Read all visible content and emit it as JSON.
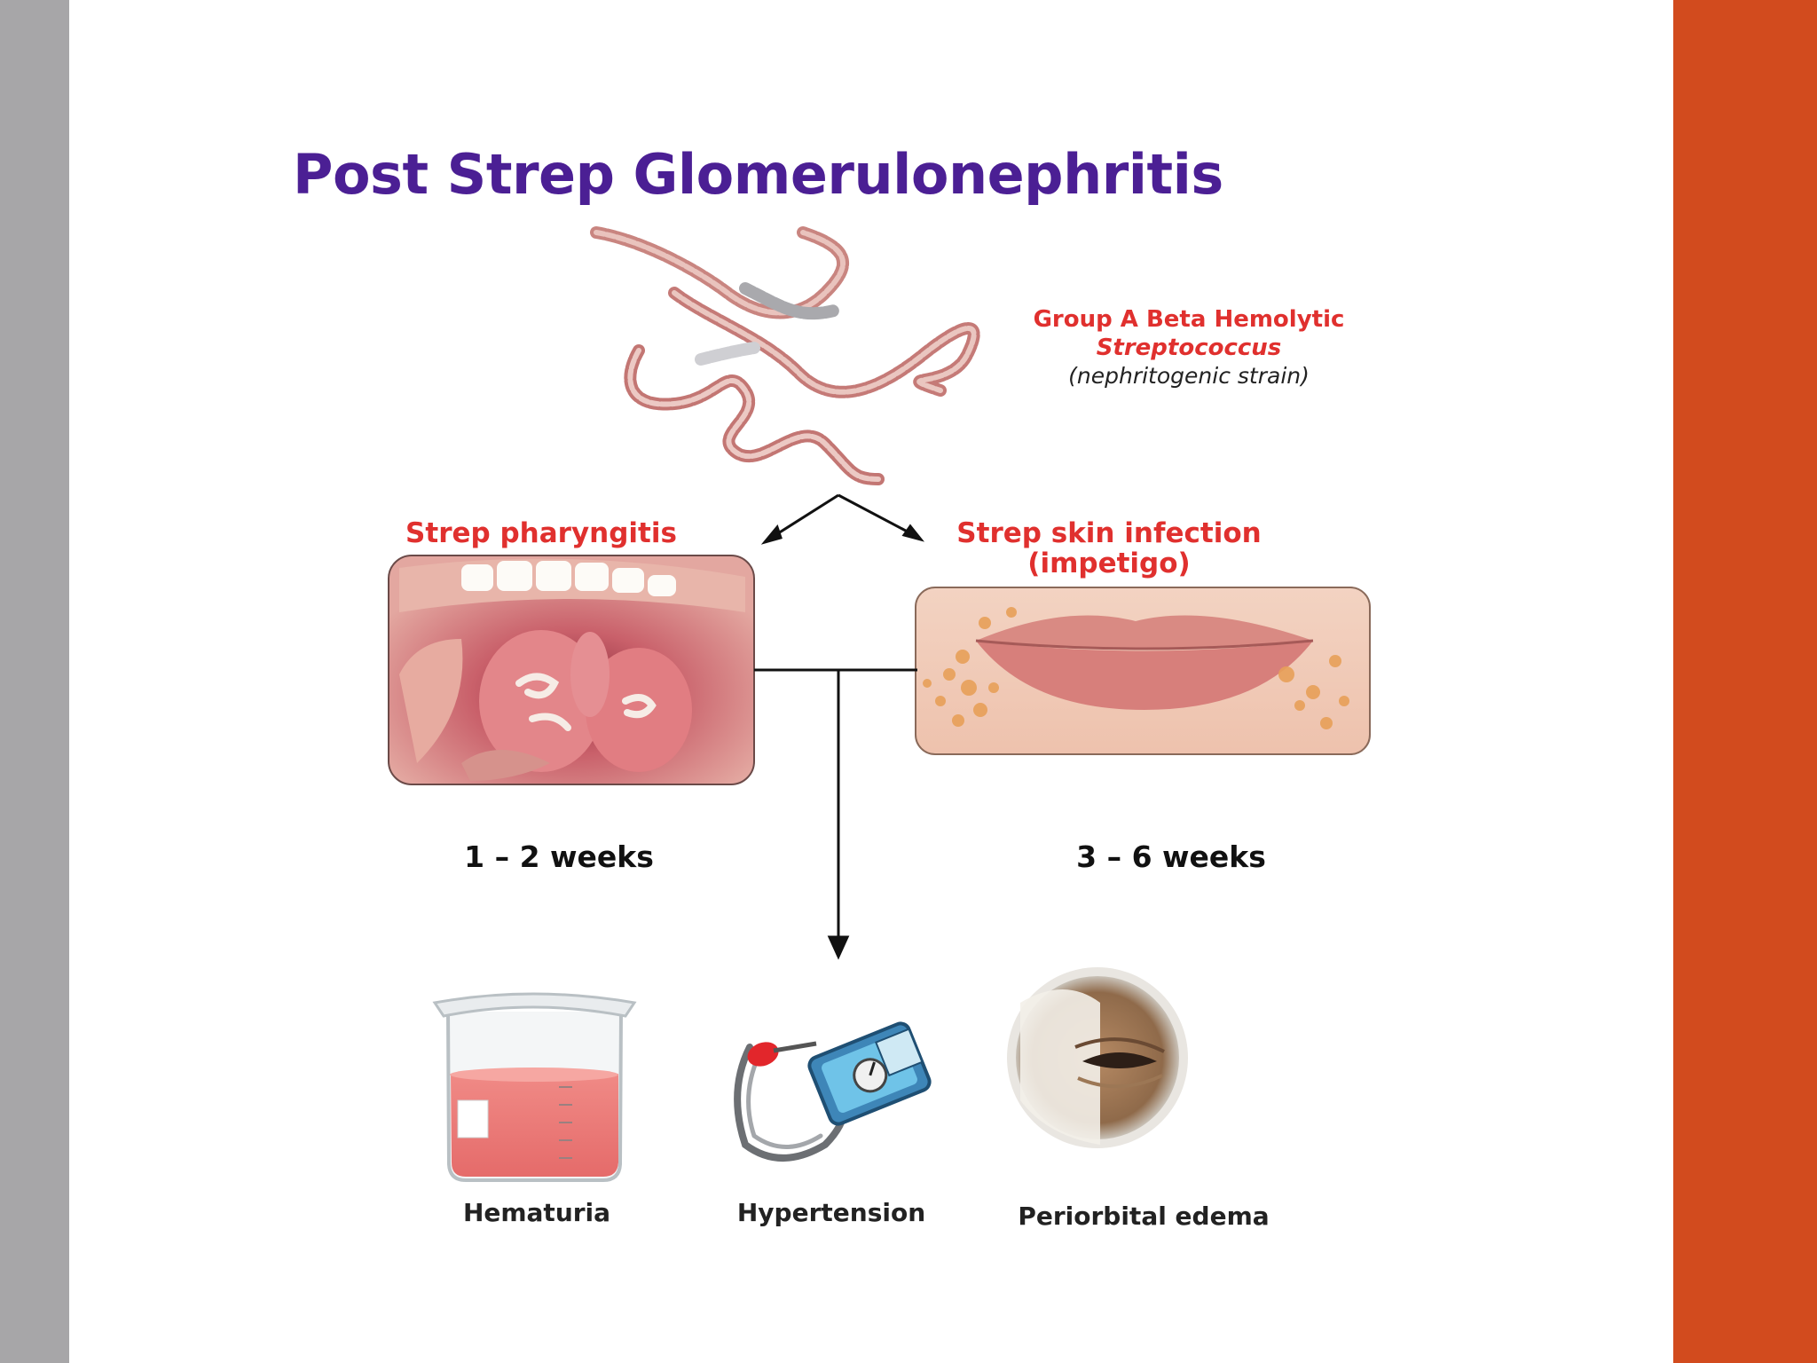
{
  "title": "Post Strep Glomerulonephritis",
  "organism": {
    "line1": "Group A Beta Hemolytic",
    "line2": "Streptococcus",
    "line3": "(nephritogenic strain)"
  },
  "branches": {
    "left": "Strep pharyngitis",
    "right_line1": "Strep skin infection",
    "right_line2": "(impetigo)"
  },
  "latency": {
    "left": "1 – 2 weeks",
    "right": "3 – 6 weeks"
  },
  "outcomes": [
    {
      "label": "Hematuria",
      "icon": "beaker-icon"
    },
    {
      "label": "Hypertension",
      "icon": "blood-pressure-cuff-icon"
    },
    {
      "label": "Periorbital edema",
      "icon": "swollen-eye-icon"
    }
  ],
  "colors": {
    "title": "#4b1f94",
    "red_text": "#e0302e",
    "left_bar": "#a7a6a8",
    "right_bar": "#d24b1e"
  }
}
